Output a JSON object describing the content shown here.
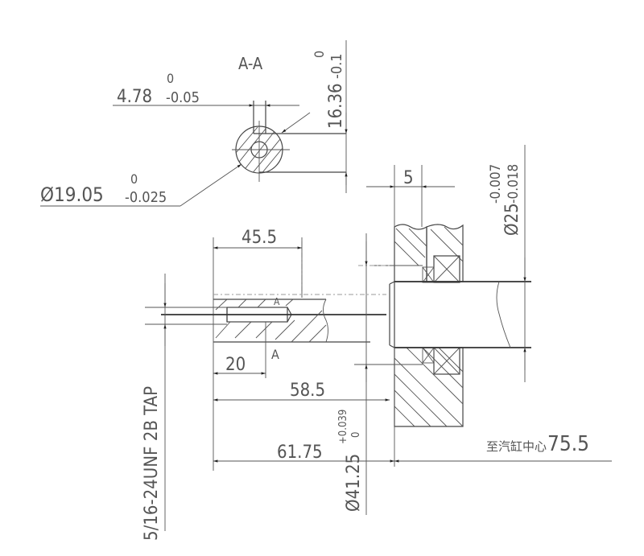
{
  "drawing": {
    "section_label": "A-A",
    "keyway_width": {
      "value": "4.78",
      "upper": "0",
      "lower": "-0.05"
    },
    "key_depth": {
      "value": "16.36",
      "upper": "0",
      "lower": "-0.1"
    },
    "shaft_diameter_small": {
      "value": "Ø19.05",
      "upper": "0",
      "lower": "-0.025"
    },
    "bearing_offset": "5",
    "bearing_diameter": {
      "value": "Ø25",
      "upper": "-0.007",
      "lower": "-0.018"
    },
    "key_length": "45.5",
    "key_start": "20",
    "section_marker_top": "A",
    "section_marker_bottom": "A",
    "length_to_face": "58.5",
    "length_total": "61.75",
    "flange_diameter": {
      "value": "Ø41.25",
      "upper": "+0.039",
      "lower": "0"
    },
    "thread_spec": "5/16-24UNF 2B TAP",
    "to_cylinder_center_label": "至汽缸中心",
    "to_cylinder_center_value": "75.5"
  }
}
